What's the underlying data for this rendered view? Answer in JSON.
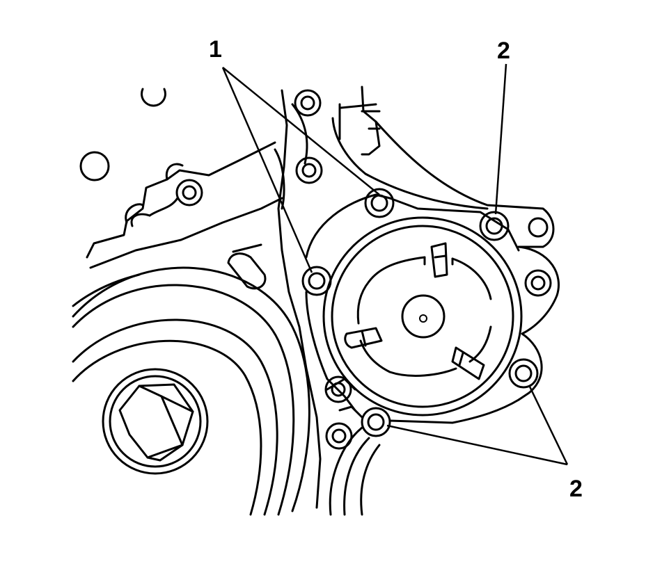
{
  "callouts": [
    {
      "id": "callout-1",
      "label": "1"
    },
    {
      "id": "callout-2-top",
      "label": "2"
    },
    {
      "id": "callout-2-bottom",
      "label": "2"
    }
  ],
  "colors": {
    "stroke": "#000000",
    "background": "#ffffff"
  }
}
